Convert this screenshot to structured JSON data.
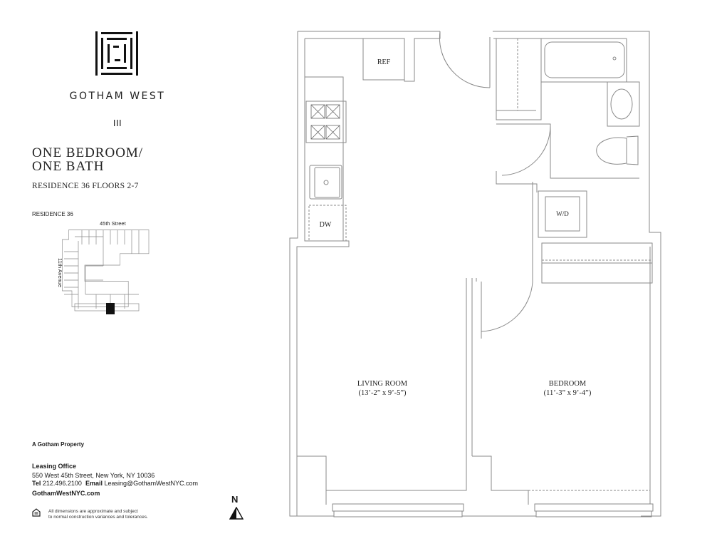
{
  "brand": {
    "logo_icon": "gotham-west-square-logo",
    "name": "GOTHAM WEST",
    "roman_numeral": "III"
  },
  "unit": {
    "title_line1": "ONE BEDROOM/",
    "title_line2": "ONE BATH",
    "subtitle": "RESIDENCE 36 FLOORS 2-7"
  },
  "keyplan": {
    "label": "RESIDENCE 36",
    "street": "45th Street",
    "avenue": "11th Avenue",
    "highlight_color": "#111111"
  },
  "footer": {
    "property": "A Gotham Property",
    "leasing_heading": "Leasing Office",
    "address": "550 West 45th Street, New York, NY 10036",
    "tel_label": "Tel",
    "tel": "212.496.2100",
    "email_label": "Email",
    "email": "Leasing@GothamWestNYC.com",
    "website": "GothamWestNYC.com",
    "disclaimer_line1": "All dimensions are approximate and subject",
    "disclaimer_line2": "to normal construction variances and tolerances.",
    "equal_housing_icon": "equal-housing-opportunity-icon"
  },
  "compass": {
    "label": "N",
    "icon": "north-arrow-icon"
  },
  "floorplan": {
    "line_color": "#8a8a8a",
    "fixtures": {
      "ref": "REF",
      "dw": "DW",
      "wd": "W/D"
    },
    "rooms": [
      {
        "name": "LIVING ROOM",
        "dims": "(13’-2” x 9’-5”)"
      },
      {
        "name": "BEDROOM",
        "dims": "(11’-3” x 9’-4”)"
      }
    ]
  }
}
